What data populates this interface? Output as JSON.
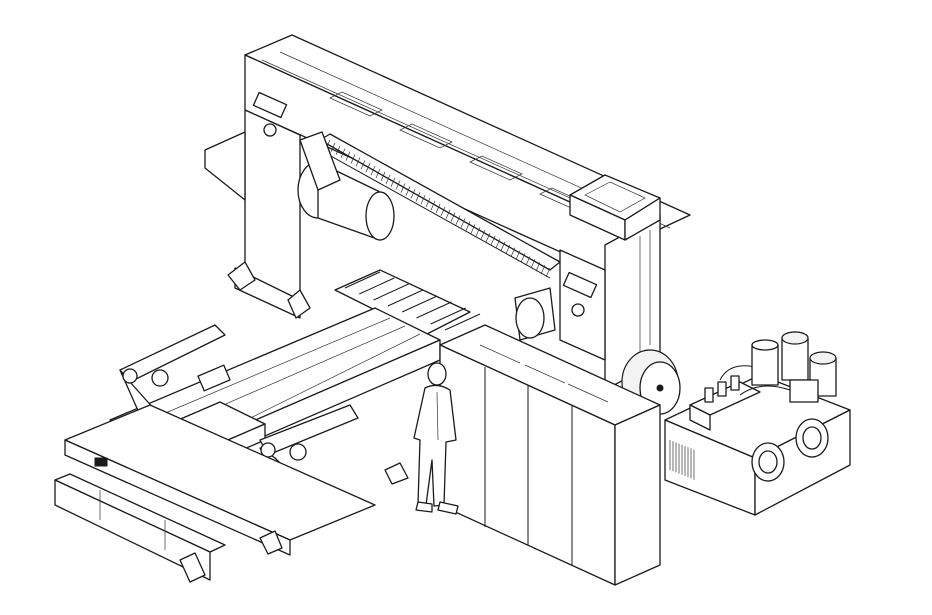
{
  "drawing": {
    "type": "isometric-line-drawing",
    "stroke_color": "#1a1a1a",
    "background": "#ffffff",
    "components": [
      "gantry-frame",
      "control-panel",
      "cylinder-left",
      "cylinder-right",
      "linear-guide-rail",
      "roller-conveyor",
      "feed-table",
      "clamp-arms",
      "base-frame",
      "operator-figure",
      "electrical-cabinets",
      "hydraulic-power-unit",
      "hydraulic-motors"
    ]
  }
}
